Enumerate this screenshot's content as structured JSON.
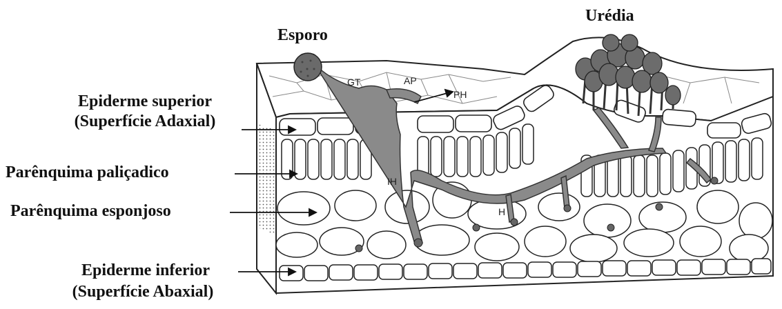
{
  "title_labels": {
    "spore": "Esporo",
    "uredia": "Urédia"
  },
  "left_labels": {
    "upper_epidermis_line1": "Epiderme superior",
    "upper_epidermis_line2": "(Superfície Adaxial)",
    "palisade": "Parênquima paliçadico",
    "spongy": "Parênquima esponjoso",
    "lower_epidermis_line1": "Epiderme inferior",
    "lower_epidermis_line2": "(Superfície Abaxial)"
  },
  "inner_labels": {
    "gt": "GT",
    "ap": "AP",
    "ph": "PH",
    "ih": "IH",
    "h": "H"
  },
  "colors": {
    "outline": "#222222",
    "fungus": "#8a8a8a",
    "cell_fill": "#ffffff",
    "spore_fill": "#6a6a6a"
  }
}
